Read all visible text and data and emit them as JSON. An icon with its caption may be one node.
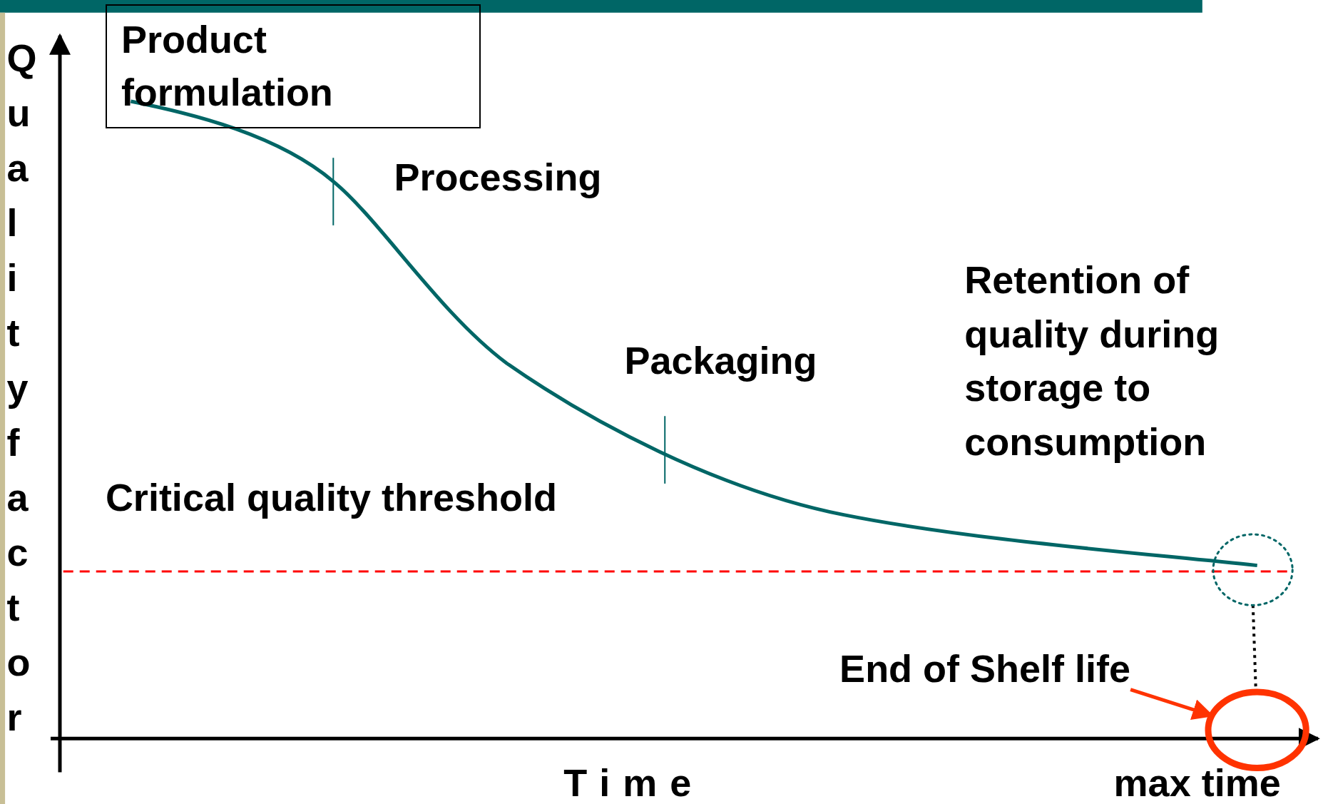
{
  "diagram": {
    "nodes": [
      {
        "text": [
          "Product formulation"
        ]
      },
      {
        "text": [
          "End of Shelf life"
        ]
      },
      {
        "text": [],
        "shape": "circle"
      },
      {
        "text": [],
        "shape": "circle"
      }
    ],
    "edges": [
      {
        "from": 1,
        "to": 3,
        "arrow": "to",
        "color": "#ff3300"
      },
      {
        "from": 2,
        "to": 3,
        "arrow": "none",
        "style": "dashed",
        "color": "#000000"
      }
    ],
    "labels": [
      "Quality factor",
      "Processing",
      "Packaging",
      "Retention of quality during storage to consumption",
      "Critical quality threshold",
      "Time",
      "max time"
    ]
  }
}
